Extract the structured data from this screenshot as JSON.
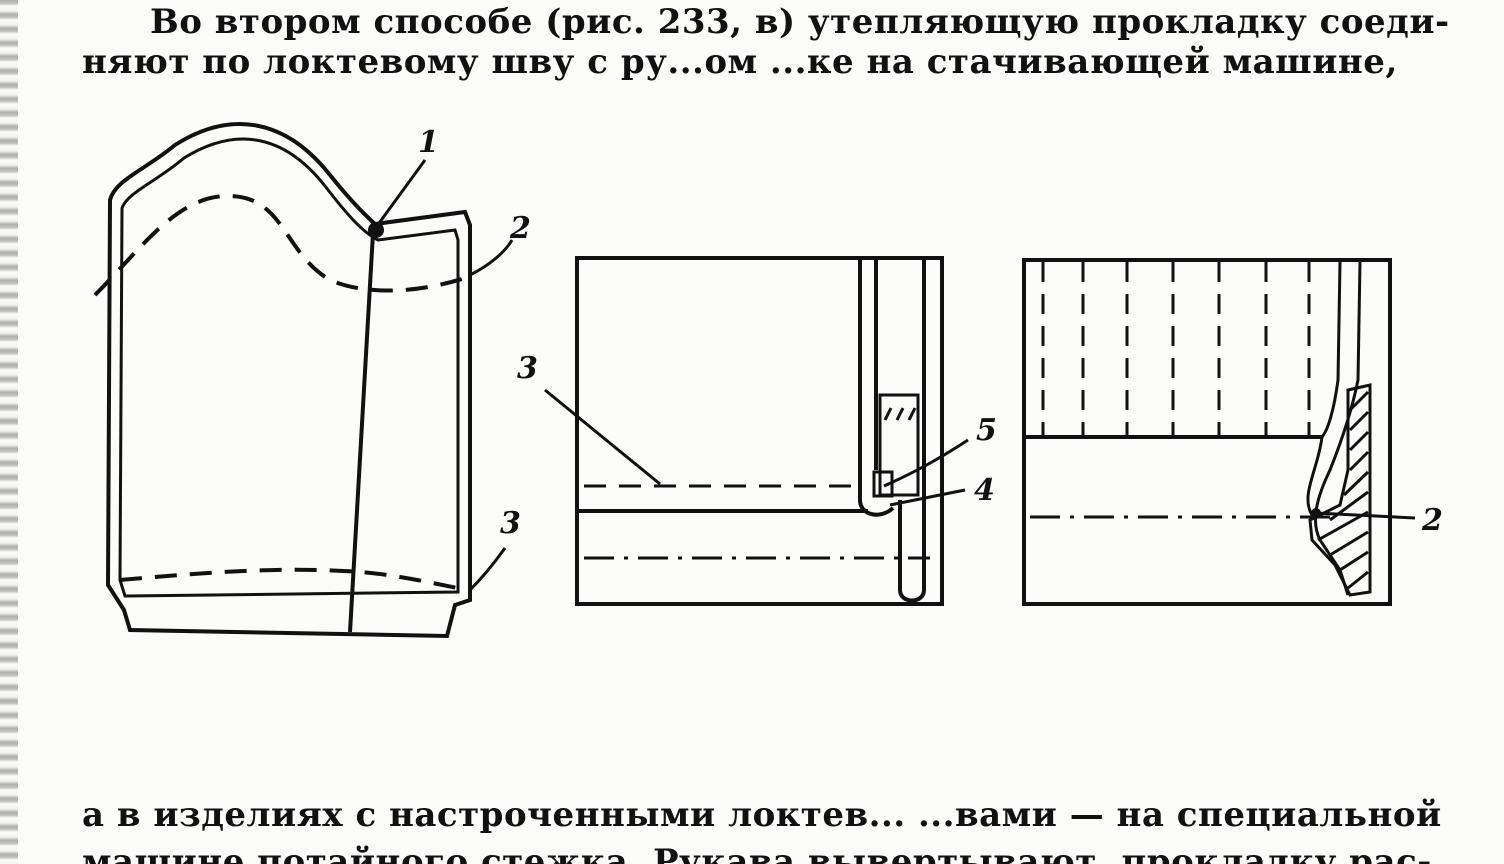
{
  "text": {
    "top_line_1": "Во втором способе (рис. 233, в) утепляющую прокладку соеди-",
    "top_line_2": "няют по локтевому шву с ру...ом ...ке на стачивающей машине,",
    "bottom_line_1": "а в изделиях с настроченными локтев... ...вами — на специальной",
    "bottom_line_2": "машине потайного стежка. Рукава вывертывают, прокладку рас-"
  },
  "figure": {
    "callouts": {
      "left_1": "1",
      "left_2": "2",
      "left_3_bottom": "3",
      "middle_3": "3",
      "middle_5": "5",
      "middle_4": "4",
      "right_2": "2"
    }
  },
  "colors": {
    "ink": "#111111",
    "paper": "#fbfbfa"
  }
}
